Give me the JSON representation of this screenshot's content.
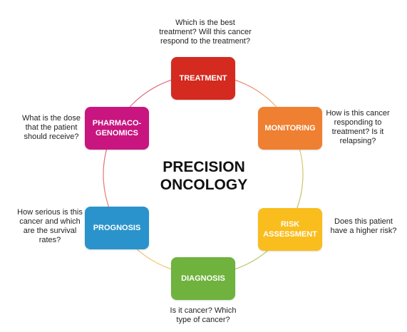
{
  "center_title": "PRECISION\nONCOLOGY",
  "colors": {
    "treatment": "#d42a20",
    "monitoring": "#ef7f31",
    "risk": "#f9bd1d",
    "diagnosis": "#6fb23e",
    "prognosis": "#2a93cc",
    "pharmaco": "#c8157f"
  },
  "nodes": {
    "treatment": {
      "label": "TREATMENT",
      "question": "Which is the best\ntreatment? Will this cancer\nrespond to the treatment?"
    },
    "monitoring": {
      "label": "MONITORING",
      "question": "How is this cancer\nresponding to\ntreatment? Is it\nrelapsing?"
    },
    "risk": {
      "label": "RISK\nASSESSMENT",
      "question": "Does this patient\nhave a higher risk?"
    },
    "diagnosis": {
      "label": "DIAGNOSIS",
      "question": "Is it cancer? Which\ntype of cancer?"
    },
    "prognosis": {
      "label": "PROGNOSIS",
      "question": "How serious is this\ncancer and which\nare the survival\nrates?"
    },
    "pharmaco": {
      "label": "PHARMACO-\nGENOMICS",
      "question": "What is the dose\nthat the patient\nshould receive?"
    }
  }
}
